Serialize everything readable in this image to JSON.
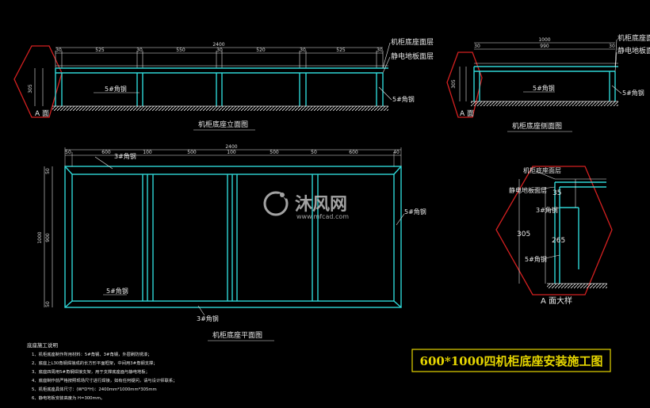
{
  "title": "600*1000四机柜底座安装施工图",
  "colors": {
    "frame": "#2fd6d6",
    "dim": "#e6e6e6",
    "hex": "#d42020",
    "title_box": "#e6d600",
    "bg": "#000000"
  },
  "watermark": {
    "cn": "沐风网",
    "url": "www.mfcad.com"
  },
  "elevation": {
    "caption": "机柜底座立面图",
    "label_top": "机柜底座面层",
    "label_floor": "静电地板面层",
    "label_left_angle": "5#角钢",
    "label_right_angle": "5#角钢",
    "section_mark": "A 面",
    "dims": [
      "30",
      "525",
      "30",
      "550",
      "30",
      "520",
      "30",
      "525",
      "30"
    ],
    "total": "2400",
    "height": "305"
  },
  "side": {
    "caption": "机柜底座侧面图",
    "label_top": "机柜底座面层",
    "label_floor": "静电地板面层",
    "label_mid_angle": "5#角钢",
    "label_right_angle": "5#角钢",
    "section_mark": "A 面",
    "dims": [
      "30",
      "990",
      "30"
    ],
    "total": "1000"
  },
  "plan": {
    "caption": "机柜底座平面图",
    "label_top_angle": "3#角钢",
    "label_right_angle": "5#角钢",
    "label_inner_angle": "5#角钢",
    "label_bottom_angle": "3#角钢",
    "dims": [
      "50",
      "600",
      "100",
      "500",
      "100",
      "500",
      "50",
      "600",
      "40"
    ],
    "total": "2400",
    "side_total": "1000",
    "side_dims": [
      "50",
      "900",
      "50"
    ]
  },
  "detail": {
    "caption": "A 面大样",
    "label_top": "机柜底座面层",
    "label_floor": "静电地板面层",
    "label_angle3": "3#角钢",
    "label_angle5": "5#角钢",
    "dim_35": "35",
    "dim_305": "305",
    "dim_265": "265"
  },
  "notes": {
    "heading": "底座施工说明",
    "items": [
      "1、机柜底座制作所用材料：5#角钢、3#角钢，外层刷防锈漆；",
      "2、底座上L30角钢焊接成的长方形平面框架，中间用3#角钢支撑；",
      "3、底座四周用5#角钢焊接支架，用于支撑底座面与静电地板；",
      "4、底座制作前严格按照现场尺寸进行焊接，如有任何疑问，请与设计师联系；",
      "5、机柜底座具体尺寸：(W*D*H)：2400mm*1000mm*305mm",
      "6、静电地板安装高度为 H=300mm。"
    ]
  }
}
